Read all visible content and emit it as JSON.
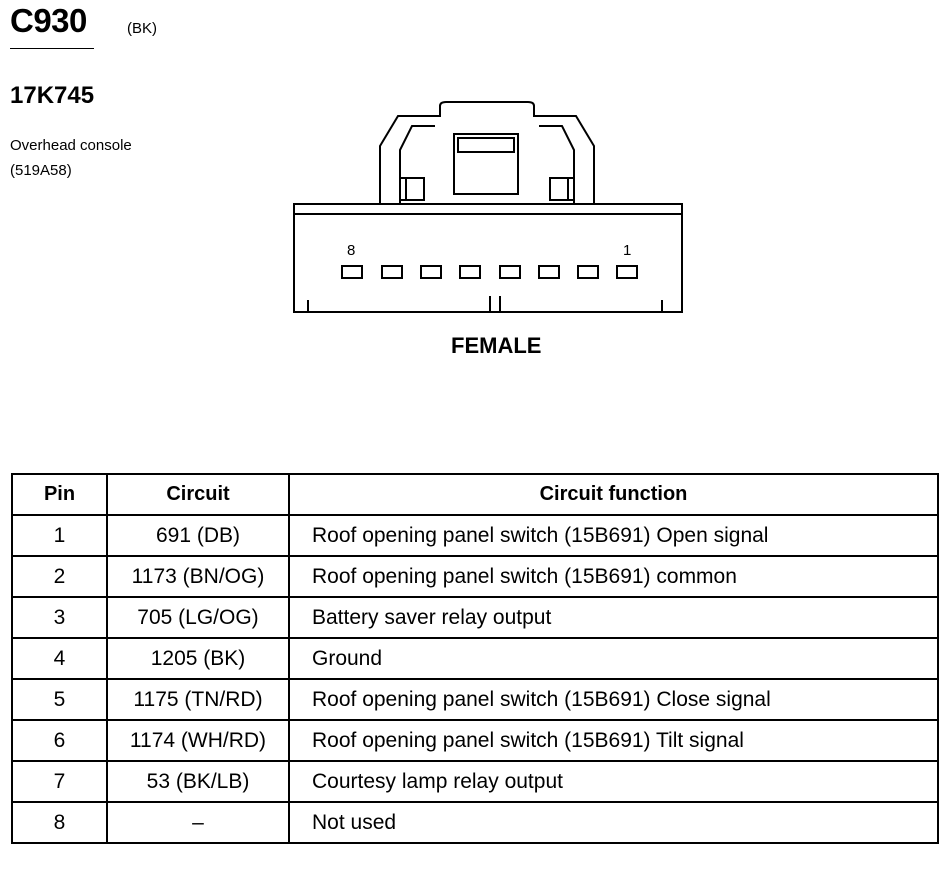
{
  "header": {
    "connector_id": "C930",
    "connector_color": "(BK)",
    "part_number": "17K745",
    "location_name": "Overhead console",
    "location_code": "(519A58)"
  },
  "connector": {
    "pin_label_left": "8",
    "pin_label_right": "1",
    "gender": "FEMALE"
  },
  "table": {
    "headers": {
      "pin": "Pin",
      "circuit": "Circuit",
      "function": "Circuit function"
    },
    "rows": [
      {
        "pin": "1",
        "circuit": "691 (DB)",
        "function": "Roof opening panel switch (15B691) Open signal"
      },
      {
        "pin": "2",
        "circuit": "1173 (BN/OG)",
        "function": "Roof opening panel switch (15B691) common"
      },
      {
        "pin": "3",
        "circuit": "705 (LG/OG)",
        "function": "Battery saver relay output"
      },
      {
        "pin": "4",
        "circuit": "1205 (BK)",
        "function": "Ground"
      },
      {
        "pin": "5",
        "circuit": "1175 (TN/RD)",
        "function": "Roof opening panel switch (15B691) Close signal"
      },
      {
        "pin": "6",
        "circuit": "1174 (WH/RD)",
        "function": "Roof opening panel switch (15B691) Tilt signal"
      },
      {
        "pin": "7",
        "circuit": "53 (BK/LB)",
        "function": "Courtesy lamp relay output"
      },
      {
        "pin": "8",
        "circuit": "–",
        "function": "Not used"
      }
    ]
  }
}
